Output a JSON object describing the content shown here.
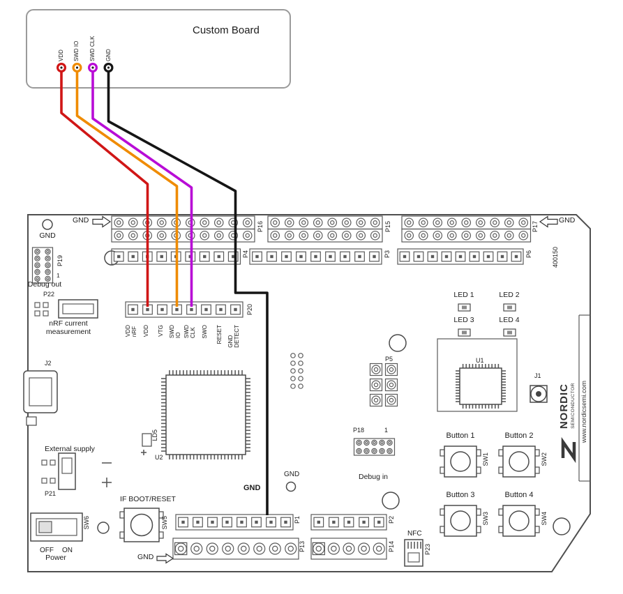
{
  "custom_board": {
    "title": "Custom Board",
    "terminals": [
      {
        "name": "vdd",
        "label": "VDD",
        "color": "#d01616"
      },
      {
        "name": "swd-io",
        "label": "SWD IO",
        "color": "#ef8b00"
      },
      {
        "name": "swd-clk",
        "label": "SWD CLK",
        "color": "#b80cd6"
      },
      {
        "name": "gnd",
        "label": "GND",
        "color": "#151515"
      }
    ]
  },
  "wires": [
    {
      "name": "vdd-wire",
      "color": "#d01616",
      "connects": "VDD to P20 VDD"
    },
    {
      "name": "swd-io-wire",
      "color": "#ef8b00",
      "connects": "SWD IO to P20 SWD IO"
    },
    {
      "name": "swd-clk-wire",
      "color": "#b80cd6",
      "connects": "SWD CLK to P20 SWD CLK"
    },
    {
      "name": "gnd-wire",
      "color": "#151515",
      "connects": "GND to board GND"
    }
  ],
  "board": {
    "part_number": "400150",
    "brand": {
      "name": "NORDIC",
      "sub": "SEMICONDUCTOR",
      "url": "www.nordicsemi.com"
    },
    "gnd": {
      "top_left": "GND",
      "top_right": "GND",
      "hole": "GND",
      "mid": "GND",
      "wire_end": "GND",
      "bottom": "GND"
    },
    "labels": {
      "debug_out": "Debug out",
      "debug_in": "Debug in",
      "nrf_current": "nRF current\nmeasurement",
      "external_supply": "External supply",
      "if_boot_reset": "IF BOOT/RESET",
      "nfc": "NFC",
      "power": "Power",
      "off": "OFF",
      "on": "ON"
    },
    "headers": {
      "p16": "P16",
      "p15": "P15",
      "p17": "P17",
      "p4": "P4",
      "p3": "P3",
      "p6": "P6",
      "p19": "P19",
      "p19_pin1": "1",
      "p22": "P22",
      "p21": "P21",
      "p5": "P5",
      "p18": "P18",
      "p18_pin1": "1",
      "p1": "P1",
      "p2": "P2",
      "p13": "P13",
      "p14": "P14",
      "p23": "P23"
    },
    "p20": {
      "label": "P20",
      "pins": [
        "VDD\nnRF",
        "VDD",
        "VTG",
        "SWD\nIO",
        "SWD\nCLK",
        "SWO",
        "RESET",
        "GND\nDETECT"
      ]
    },
    "leds": [
      "LED 1",
      "LED 2",
      "LED 3",
      "LED 4"
    ],
    "buttons": [
      {
        "label": "Button 1",
        "ref": "SW1"
      },
      {
        "label": "Button 2",
        "ref": "SW2"
      },
      {
        "label": "Button 3",
        "ref": "SW3"
      },
      {
        "label": "Button 4",
        "ref": "SW4"
      }
    ],
    "components": {
      "u1": "U1",
      "u2": "U2",
      "ld5": "LD5",
      "j1": "J1",
      "j2": "J2",
      "sw5": "SW5",
      "sw6": "SW6"
    }
  }
}
